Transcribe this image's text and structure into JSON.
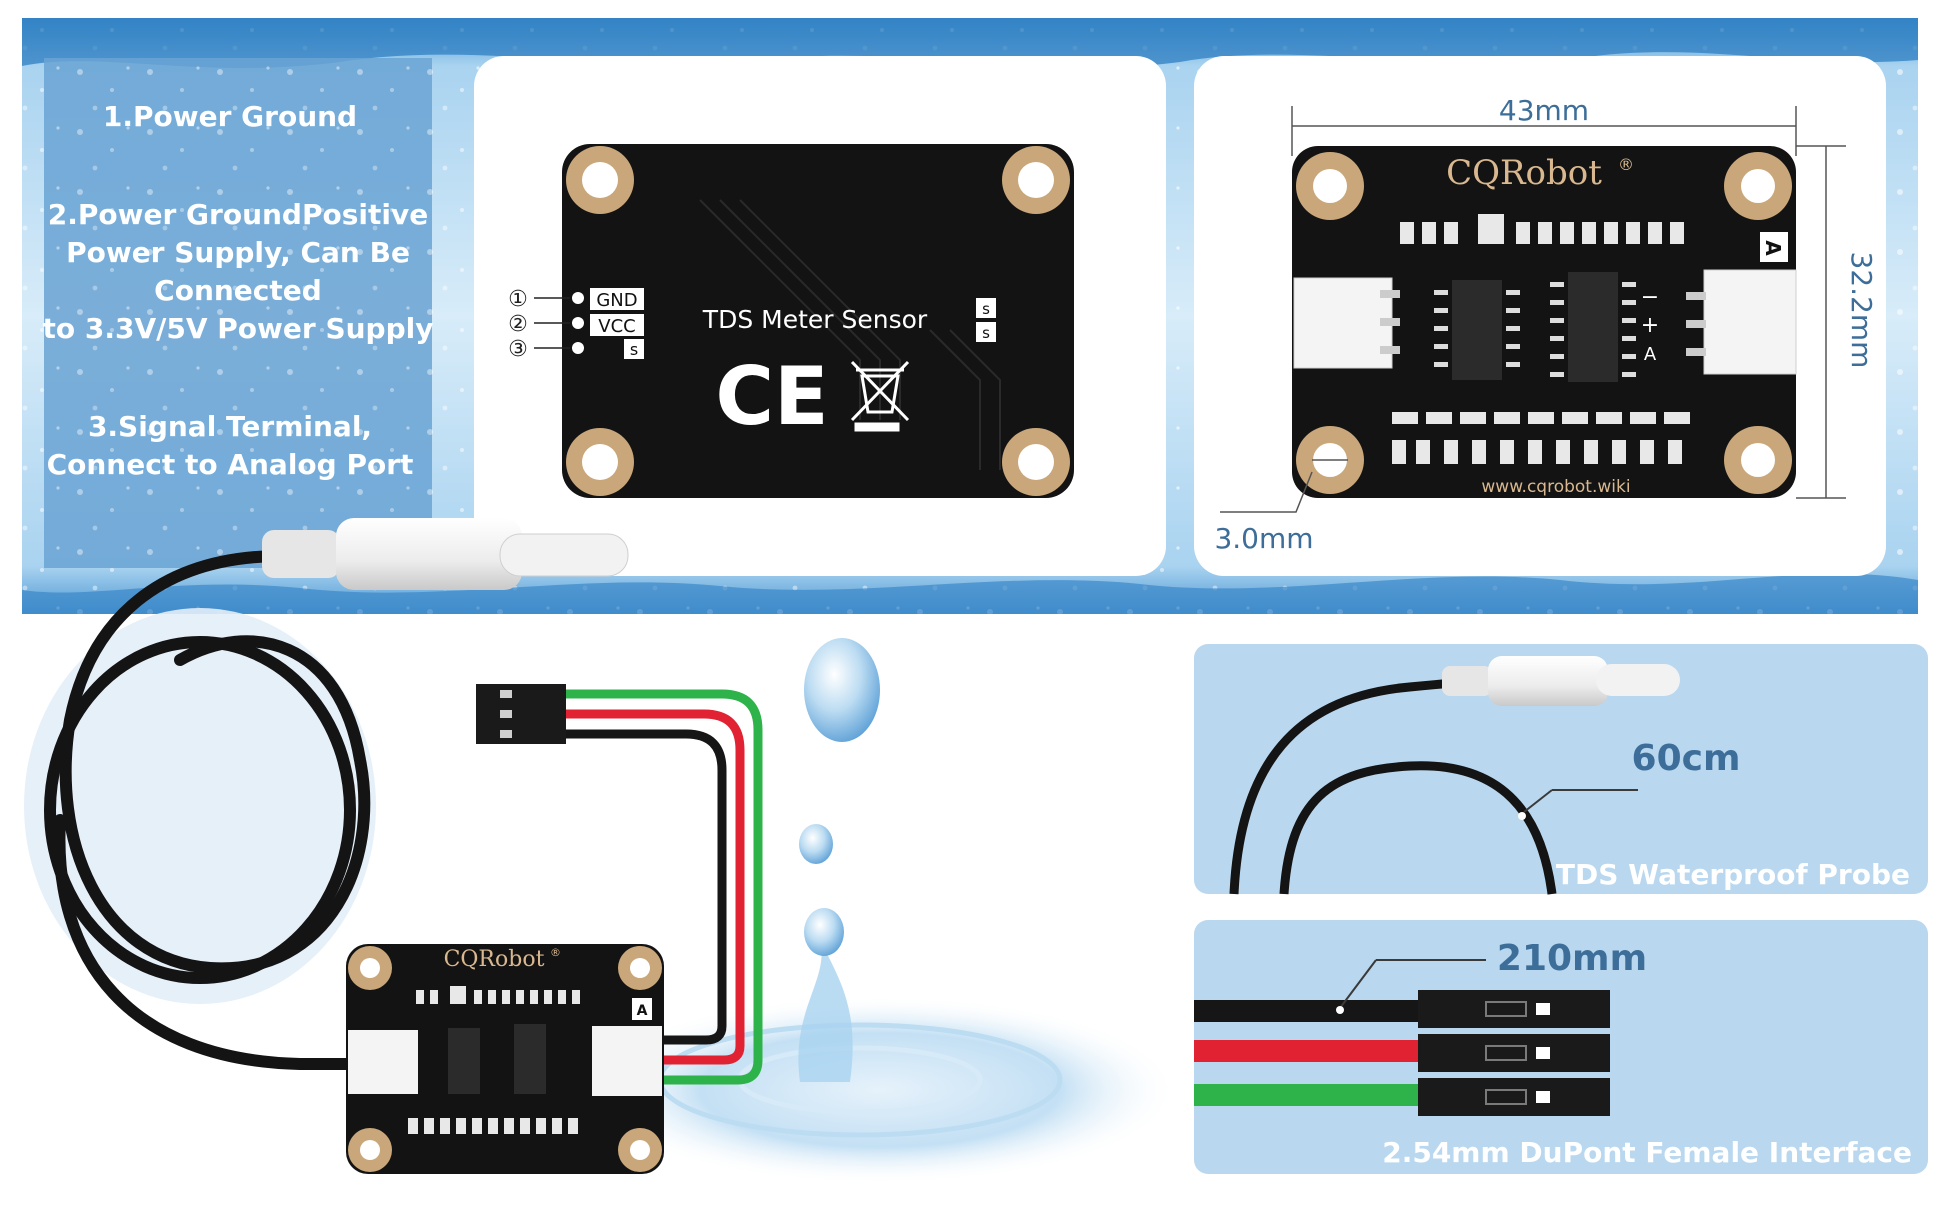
{
  "pinout": {
    "item1": "1.Power Ground",
    "item2_line1": "2.Power GroundPositive",
    "item2_line2": "Power Supply, Can Be",
    "item2_line3": "Connected",
    "item2_line4": "to 3.3V/5V Power Supply",
    "item3_line1": "3.Signal Terminal,",
    "item3_line2": "Connect to Analog Port"
  },
  "back_board": {
    "pin1_num": "①",
    "pin2_num": "②",
    "pin3_num": "③",
    "pin1_label": "GND",
    "pin2_label": "VCC",
    "pin3_label": "s",
    "title": "TDS Meter Sensor",
    "side_s1": "s",
    "side_s2": "s",
    "ce_mark": "CE"
  },
  "front_board": {
    "brand": "CQRobot",
    "reg": "®",
    "url": "www.cqrobot.wiki",
    "width_dim": "43mm",
    "height_dim": "32.2mm",
    "hole_dim": "3.0mm",
    "a_label": "A",
    "minus": "−",
    "plus": "+",
    "a_small": "A"
  },
  "small_board": {
    "brand": "CQRobot",
    "reg": "®",
    "a_label": "A"
  },
  "probe_panel": {
    "length": "60cm",
    "caption": "TDS Waterproof Probe"
  },
  "cable_panel": {
    "length": "210mm",
    "caption": "2.54mm DuPont Female Interface"
  },
  "colors": {
    "water_light": "#cfe6f6",
    "water_mid": "#8fc3e6",
    "water_dark": "#2f7fc1",
    "panel_blue": "#b9d7ee",
    "text_box_blue": "#6aa3d4",
    "board_black": "#131313",
    "pad_gold": "#c9a77a",
    "wire_green": "#2db34a",
    "wire_red": "#e02232",
    "wire_black": "#161616",
    "dim_text": "#3d6e99"
  }
}
